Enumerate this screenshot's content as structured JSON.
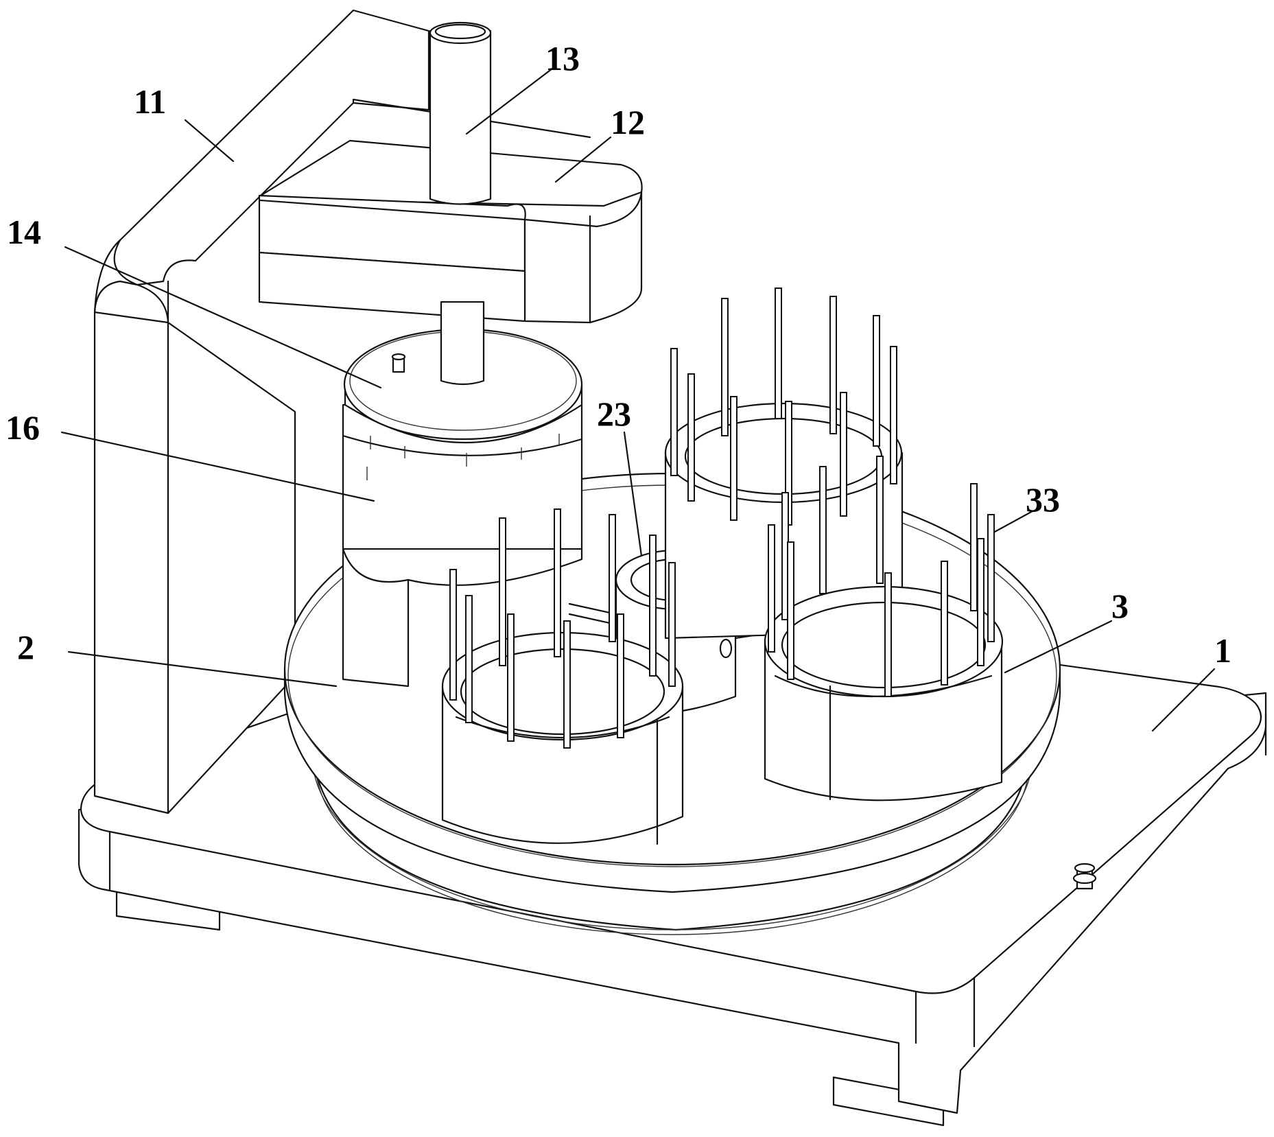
{
  "diagram": {
    "labels": [
      {
        "id": "label-11",
        "text": "11"
      },
      {
        "id": "label-13",
        "text": "13"
      },
      {
        "id": "label-12",
        "text": "12"
      },
      {
        "id": "label-14",
        "text": "14"
      },
      {
        "id": "label-16",
        "text": "16"
      },
      {
        "id": "label-23",
        "text": "23"
      },
      {
        "id": "label-33",
        "text": "33"
      },
      {
        "id": "label-3",
        "text": "3"
      },
      {
        "id": "label-2",
        "text": "2"
      },
      {
        "id": "label-1",
        "text": "1"
      }
    ]
  },
  "colors": {
    "line": "#111111",
    "background": "#ffffff"
  }
}
